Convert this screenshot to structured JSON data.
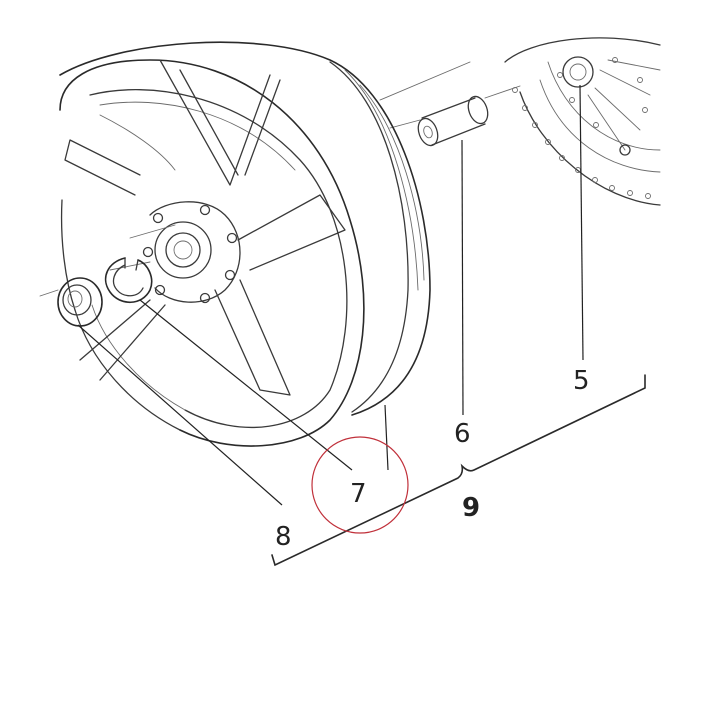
{
  "callouts": {
    "c5": "5",
    "c6": "6",
    "c7": "7",
    "c8": "8",
    "c9": "9"
  },
  "highlight_color": "#c0303a",
  "line_color": "#3a3a3a"
}
